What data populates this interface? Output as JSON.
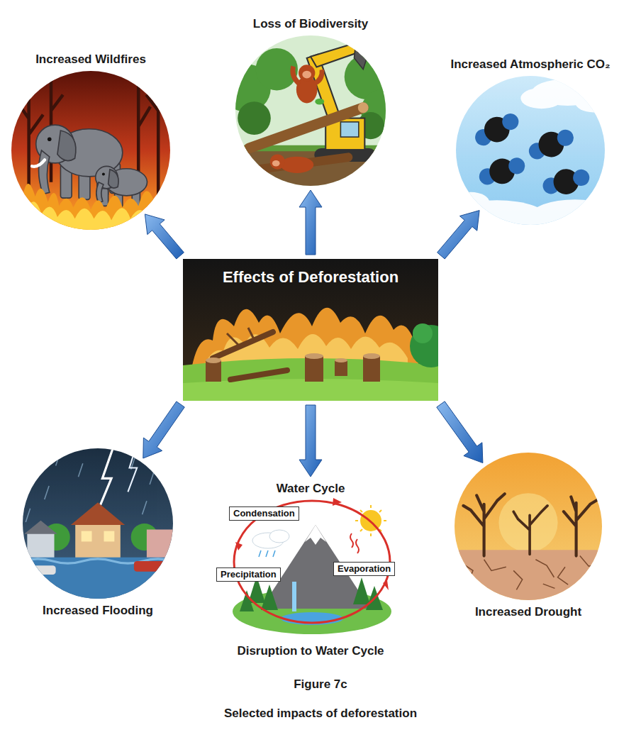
{
  "diagram": {
    "caption": "Figure 7c",
    "nodes": [
      {
        "text": [
          "Increased Wildfires"
        ]
      },
      {
        "text": [
          "Loss of Biodiversity"
        ]
      },
      {
        "text": [
          "Increased Atmospheric CO₂"
        ]
      },
      {
        "text": [
          "Effects of Deforestation"
        ]
      },
      {
        "text": [
          "Increased Flooding"
        ]
      },
      {
        "text": [
          "Water Cycle",
          "Disruption to Water Cycle"
        ]
      },
      {
        "text": [
          "Condensation"
        ],
        "in": 5
      },
      {
        "text": [
          "Evaporation"
        ],
        "in": 5
      },
      {
        "text": [
          "Precipitation"
        ],
        "in": 5
      },
      {
        "text": [
          "Increased Drought"
        ]
      }
    ],
    "edges": [
      {
        "from": 3,
        "to": 0,
        "arrow": "to"
      },
      {
        "from": 3,
        "to": 1,
        "arrow": "to"
      },
      {
        "from": 3,
        "to": 2,
        "arrow": "to"
      },
      {
        "from": 3,
        "to": 4,
        "arrow": "to"
      },
      {
        "from": 3,
        "to": 5,
        "arrow": "to"
      },
      {
        "from": 3,
        "to": 9,
        "arrow": "to"
      }
    ],
    "labels": [
      "Selected impacts of deforestation"
    ]
  }
}
